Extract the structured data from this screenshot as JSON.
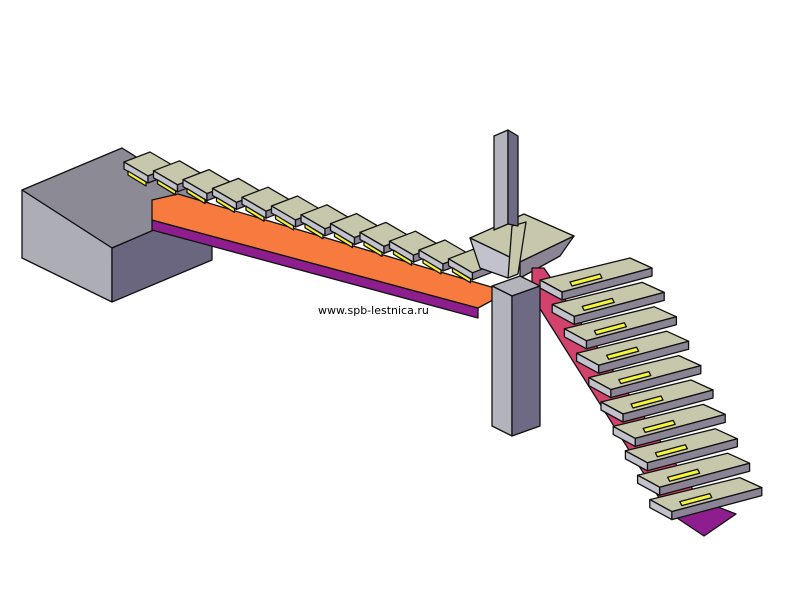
{
  "watermark": "www.spb-lestnica.ru",
  "colors": {
    "background": "#ffffff",
    "outline": "#111111",
    "tread_top": "#c7c7ac",
    "tread_side": "#8a8494",
    "tread_front": "#c2c2cc",
    "tread_highlight": "#f5f53a",
    "stringer_upper_top": "#f77b3f",
    "stringer_upper_side": "#8e1e8e",
    "stringer_lower_top": "#d2426c",
    "stringer_lower_side": "#8e1e8e",
    "concrete_top": "#8c8a95",
    "concrete_front": "#adadb5",
    "concrete_dark": "#6b6680",
    "post_light": "#b3b3bb",
    "post_dark": "#6e6a83"
  },
  "upper_flight": {
    "tread_count": 12
  },
  "lower_flight": {
    "tread_count": 10
  },
  "components": [
    "landing-block",
    "upper-flight",
    "winder-platform",
    "support-posts",
    "lower-flight"
  ]
}
